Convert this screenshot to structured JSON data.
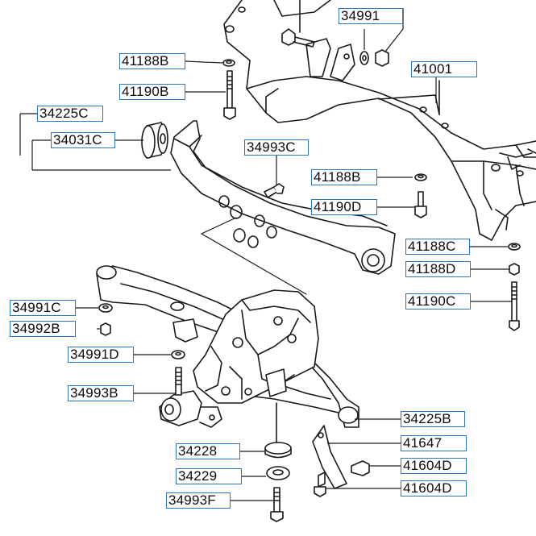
{
  "diagram": {
    "callouts": [
      {
        "id": "c-34991",
        "code": "34991"
      },
      {
        "id": "c-41188b-top",
        "code": "41188B"
      },
      {
        "id": "c-41001",
        "code": "41001"
      },
      {
        "id": "c-41190b",
        "code": "41190B"
      },
      {
        "id": "c-34225c",
        "code": "34225C"
      },
      {
        "id": "c-34031c",
        "code": "34031C"
      },
      {
        "id": "c-34993c",
        "code": "34993C"
      },
      {
        "id": "c-41188b-right",
        "code": "41188B"
      },
      {
        "id": "c-41190d",
        "code": "41190D"
      },
      {
        "id": "c-41188c",
        "code": "41188C"
      },
      {
        "id": "c-41188d",
        "code": "41188D"
      },
      {
        "id": "c-41190c",
        "code": "41190C"
      },
      {
        "id": "c-34991c",
        "code": "34991C"
      },
      {
        "id": "c-34992b",
        "code": "34992B"
      },
      {
        "id": "c-34991d",
        "code": "34991D"
      },
      {
        "id": "c-34993b",
        "code": "34993B"
      },
      {
        "id": "c-34225b",
        "code": "34225B"
      },
      {
        "id": "c-41647",
        "code": "41647"
      },
      {
        "id": "c-34228",
        "code": "34228"
      },
      {
        "id": "c-41604d-a",
        "code": "41604D"
      },
      {
        "id": "c-34229",
        "code": "34229"
      },
      {
        "id": "c-41604d-b",
        "code": "41604D"
      },
      {
        "id": "c-34993f",
        "code": "34993F"
      }
    ]
  },
  "colors": {
    "label_border": "#2a78c2",
    "line": "#1a1a1a",
    "background": "#ffffff"
  }
}
